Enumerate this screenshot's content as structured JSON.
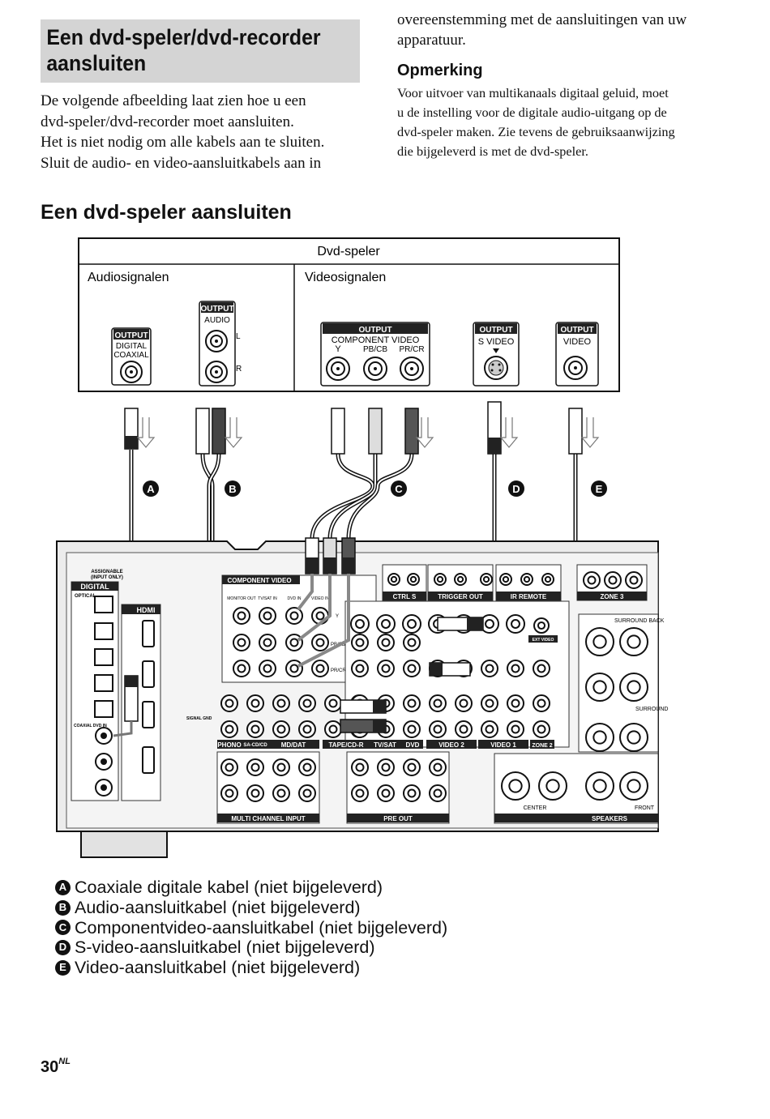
{
  "heading": {
    "line1": "Een dvd-speler/dvd-recorder",
    "line2": "aansluiten"
  },
  "intro": {
    "lines": [
      "De volgende afbeelding laat zien hoe u een",
      "dvd-speler/dvd-recorder moet aansluiten.",
      "Het is niet nodig om alle kabels aan te sluiten.",
      "Sluit de audio- en video-aansluitkabels aan in"
    ]
  },
  "continuation": {
    "lines": [
      "overeenstemming met de aansluitingen van uw",
      "apparatuur."
    ]
  },
  "note": {
    "title": "Opmerking",
    "lines": [
      "Voor uitvoer van multikanaals digitaal geluid, moet",
      "u de instelling voor de digitale audio-uitgang op de",
      "dvd-speler maken. Zie tevens de gebruiksaanwijzing",
      "die bijgeleverd is met de dvd-speler."
    ]
  },
  "section_title": "Een dvd-speler aansluiten",
  "diagram": {
    "player_title": "Dvd-speler",
    "audio_label": "Audiosignalen",
    "video_label": "Videosignalen",
    "output": "OUTPUT",
    "digital": "DIGITAL",
    "coaxial": "COAXIAL",
    "audio": "AUDIO",
    "l": "L",
    "r": "R",
    "component_video": "COMPONENT VIDEO",
    "y": "Y",
    "pb": "PB/CB",
    "pr": "PR/CR",
    "s_video": "S VIDEO",
    "video": "VIDEO",
    "cable_letters": [
      "A",
      "B",
      "C",
      "D",
      "E"
    ],
    "receiver": {
      "assignable": "ASSIGNABLE",
      "input_only": "(INPUT ONLY)",
      "digital": "DIGITAL",
      "optical": "OPTICAL",
      "hdmi": "HDMI",
      "coaxial_dvd_in": "COAXIAL DVD IN",
      "component_video": "COMPONENT VIDEO",
      "monitor_out": "MONITOR OUT",
      "tv_sat_in": "TV/SAT IN",
      "dvd_in": "DVD IN",
      "video_in": "VIDEO IN",
      "ctrl_s": "CTRL S",
      "trigger_out": "TRIGGER OUT",
      "ir_remote": "IR REMOTE",
      "zone3": "ZONE 3",
      "ext_video": "EXT VIDEO",
      "surround_back": "SURROUND BACK",
      "surround": "SURROUND",
      "phono": "PHONO",
      "sa_cd": "SA-CD/CD",
      "md_dat": "MD/DAT",
      "tape_cd_r": "TAPE/CD-R",
      "tv_sat": "TV/SAT",
      "dvd": "DVD",
      "video2": "VIDEO 2",
      "video1": "VIDEO 1",
      "zone2": "ZONE 2",
      "multi_channel_input": "MULTI CHANNEL INPUT",
      "pre_out": "PRE OUT",
      "speakers": "SPEAKERS",
      "center": "CENTER",
      "front": "FRONT",
      "signal_gnd": "SIGNAL GND"
    }
  },
  "legend": [
    {
      "letter": "A",
      "text": "Coaxiale digitale kabel (niet bijgeleverd)"
    },
    {
      "letter": "B",
      "text": "Audio-aansluitkabel (niet bijgeleverd)"
    },
    {
      "letter": "C",
      "text": "Componentvideo-aansluitkabel (niet bijgeleverd)"
    },
    {
      "letter": "D",
      "text": "S-video-aansluitkabel (niet bijgeleverd)"
    },
    {
      "letter": "E",
      "text": "Video-aansluitkabel (niet bijgeleverd)"
    }
  ],
  "page_number": "30",
  "page_suffix": "NL"
}
